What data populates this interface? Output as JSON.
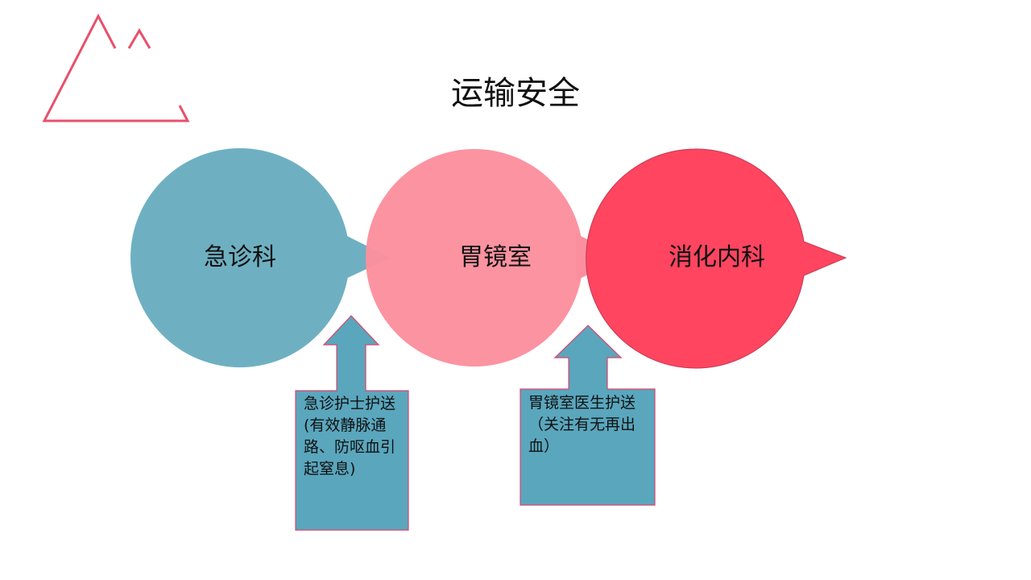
{
  "title": "运输安全",
  "colors": {
    "teal": "#6eb0c2",
    "pink": "#fc8f9e",
    "red": "#ff4560",
    "box": "#5aa6bd",
    "box_border": "#d9456c",
    "deco": "#e8506a"
  },
  "nodes": [
    {
      "label": "急诊科"
    },
    {
      "label": "胃镜室"
    },
    {
      "label": "消化内科"
    }
  ],
  "notes": [
    {
      "text": "急诊护士护送(有效静脉通路、防呕血引起窒息)"
    },
    {
      "text": "胃镜室医生护送（关注有无再出血）"
    }
  ]
}
